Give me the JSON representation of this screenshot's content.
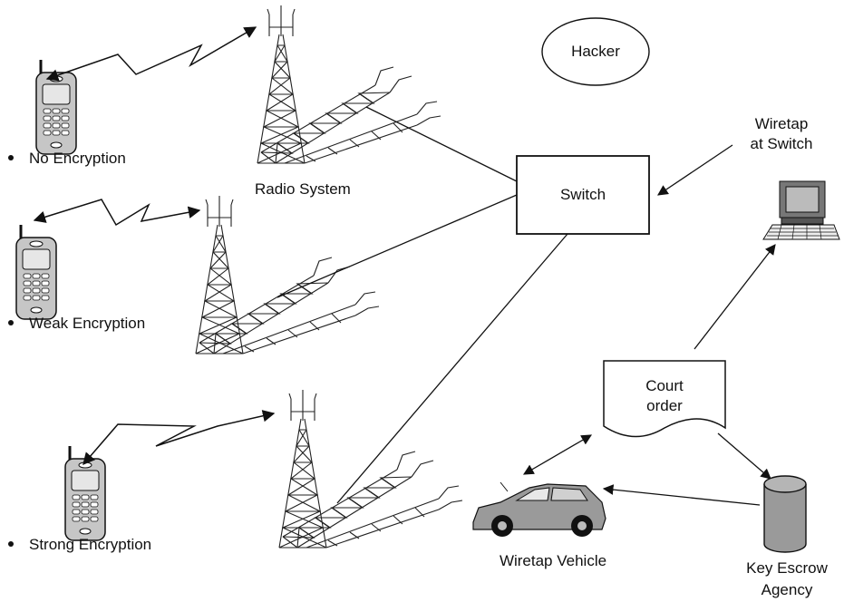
{
  "phones": [
    {
      "label": "No Encryption"
    },
    {
      "label": "Weak Encryption"
    },
    {
      "label": "Strong Encryption"
    }
  ],
  "radio_system_label": "Radio System",
  "hacker_label": "Hacker",
  "switch_label": "Switch",
  "wiretap_switch_label": [
    "Wiretap",
    "at Switch"
  ],
  "court_order_label": [
    "Court",
    "order"
  ],
  "wiretap_vehicle_label": "Wiretap Vehicle",
  "key_escrow_label": [
    "Key Escrow",
    "Agency"
  ],
  "colors": {
    "stroke": "#111111",
    "fill_gray": "#9a9a9a",
    "background": "#ffffff"
  }
}
